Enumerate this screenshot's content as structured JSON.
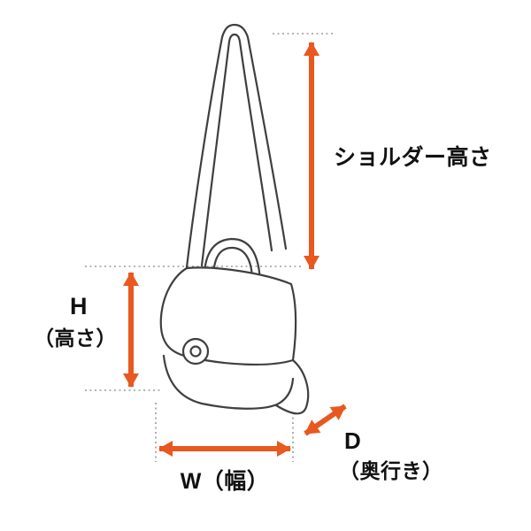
{
  "figure": {
    "type": "dimension-diagram",
    "subject": "shoulder-bag-line-drawing"
  },
  "labels": {
    "shoulder_height": "ショルダー高さ",
    "height_letter": "H",
    "height_sub": "（高さ）",
    "width": "W（幅）",
    "depth_letter": "D",
    "depth_sub": "（奥行き）"
  },
  "colors": {
    "accent": "#e8581f",
    "line": "#3f3f3f",
    "dotted": "#9b9b9b",
    "text": "#111111",
    "background": "#ffffff"
  }
}
